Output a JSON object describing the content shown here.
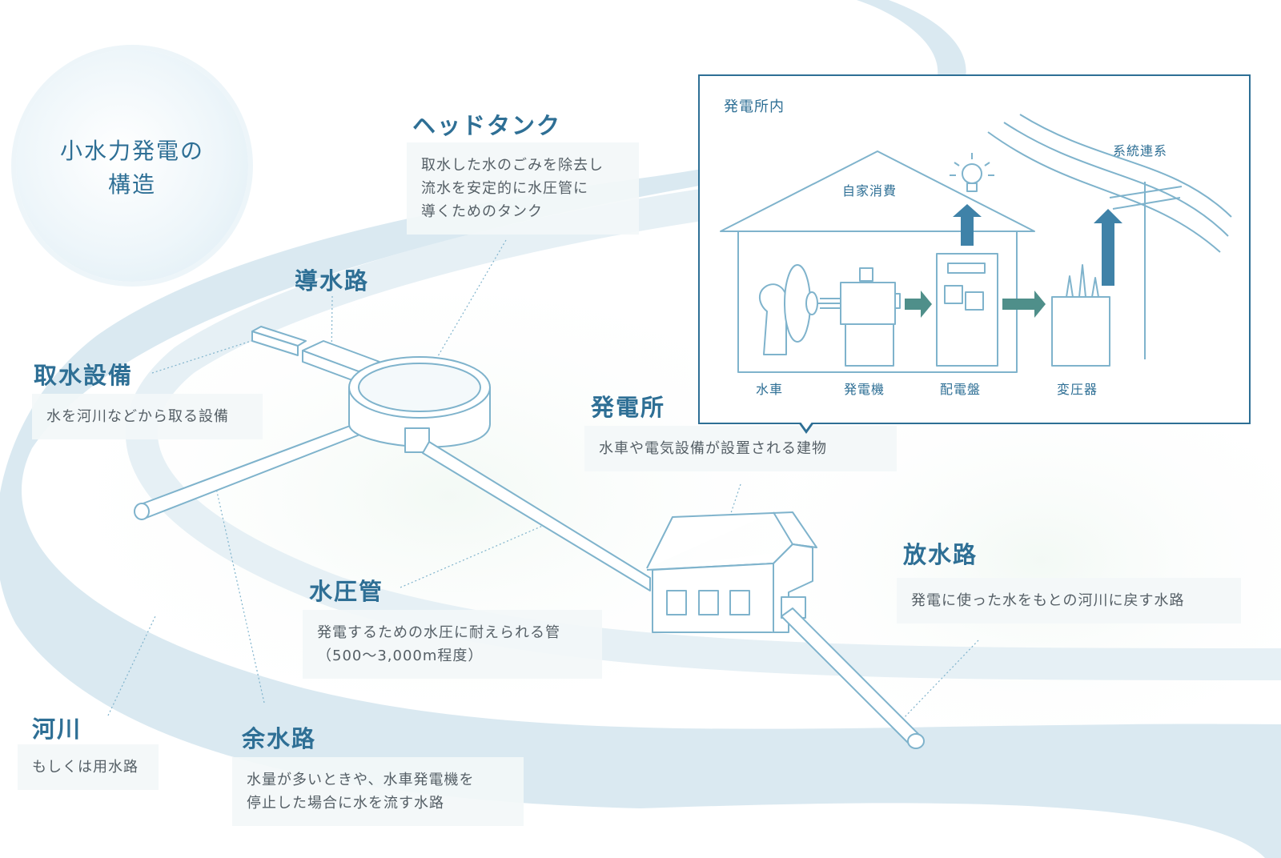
{
  "title": "小水力発電の\n構造",
  "labels": {
    "intake": {
      "name": "取水設備",
      "desc": "水を河川などから取る設備"
    },
    "headrace": {
      "name": "導水路"
    },
    "head_tank": {
      "name": "ヘッドタンク",
      "desc": "取水した水のごみを除去し\n流水を安定的に水圧管に\n導くためのタンク"
    },
    "power_station": {
      "name": "発電所",
      "desc": "水車や電気設備が設置される建物"
    },
    "penstock": {
      "name": "水圧管",
      "desc": "発電するための水圧に耐えられる管\n（500～3,000m程度）"
    },
    "tailrace": {
      "name": "放水路",
      "desc": "発電に使った水をもとの河川に戻す水路"
    },
    "river": {
      "name": "河川",
      "desc": "もしくは用水路"
    },
    "spillway": {
      "name": "余水路",
      "desc": "水量が多いときや、水車発電機を\n停止した場合に水を流す水路"
    }
  },
  "inset": {
    "title": "発電所内",
    "self_consumption": "自家消費",
    "grid": "系統連系",
    "turbine": "水車",
    "generator": "発電機",
    "switchboard": "配電盤",
    "transformer": "変圧器"
  },
  "colors": {
    "accent": "#2e6f95",
    "river": "#cfe2ec",
    "line": "#7fb3cc",
    "arrow": "#4f8f8a",
    "arrow_up": "#3f82a8"
  },
  "icons": [
    "lightbulb-icon",
    "utility-pole-icon",
    "arrow-right-icon",
    "arrow-up-icon"
  ]
}
